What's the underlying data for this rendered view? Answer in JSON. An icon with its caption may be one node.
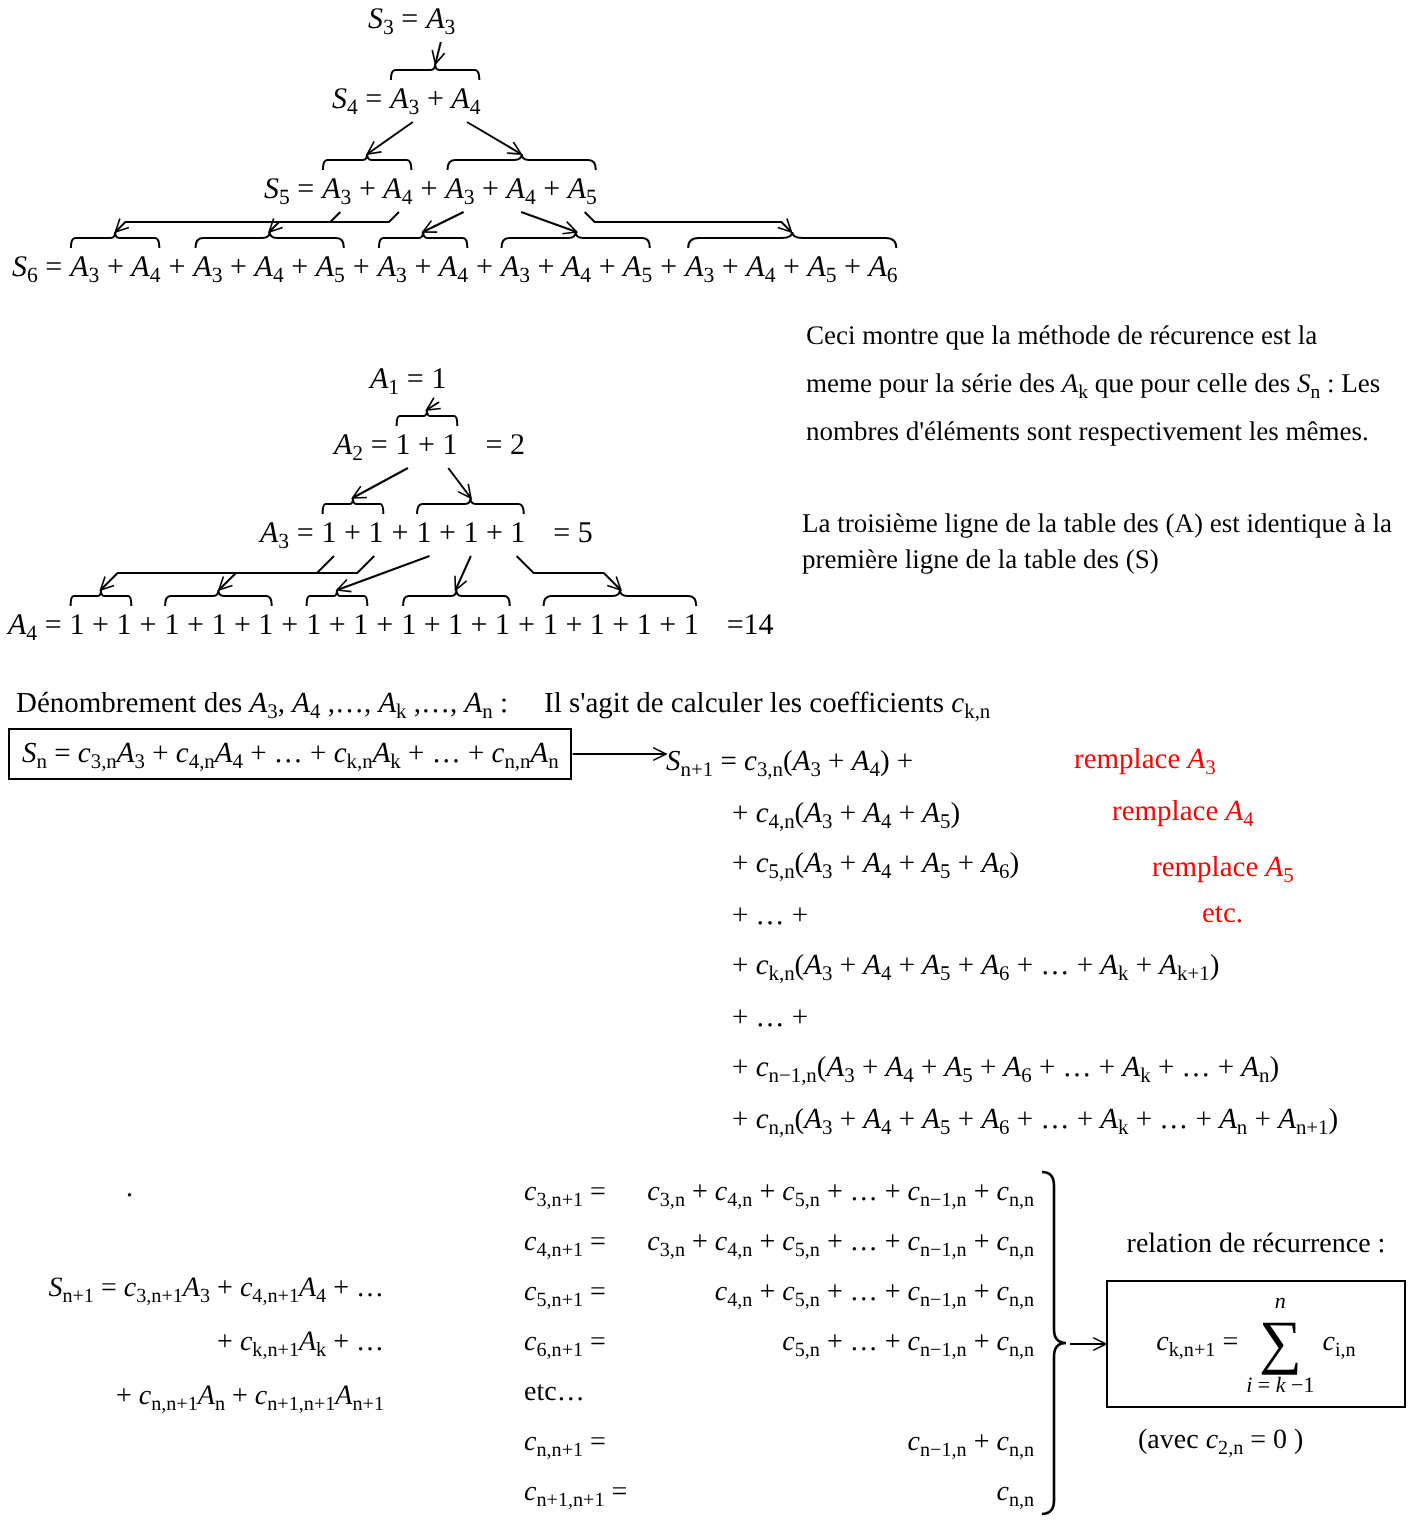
{
  "diagram": {
    "nodes": [
      {
        "text": [
          "*A*$_{3}$"
        ]
      },
      {
        "text": [
          "*A*$_{3}$ + *A*$_{4}$"
        ]
      },
      {
        "text": [
          "*A*$_{3}$ + *A*$_{4}$"
        ]
      },
      {
        "text": [
          "*A*$_{3}$ + *A*$_{4}$ + *A*$_{5}$"
        ]
      },
      {
        "text": [
          "*A*$_{3}$ + *A*$_{4}$"
        ]
      },
      {
        "text": [
          "*A*$_{3}$ + *A*$_{4}$ + *A*$_{5}$"
        ]
      },
      {
        "text": [
          "*A*$_{3}$ + *A*$_{4}$"
        ]
      },
      {
        "text": [
          "*A*$_{3}$ + *A*$_{4}$ + *A*$_{5}$"
        ]
      },
      {
        "text": [
          "*A*$_{3}$ + *A*$_{4}$ + *A*$_{5}$ + *A*$_{6}$"
        ]
      },
      {
        "text": [
          "1"
        ]
      },
      {
        "text": [
          "1 + 1"
        ]
      },
      {
        "text": [
          "1 + 1"
        ]
      },
      {
        "text": [
          "1 + 1 + 1"
        ]
      },
      {
        "text": [
          "1 + 1"
        ]
      },
      {
        "text": [
          "1 + 1 + 1"
        ]
      },
      {
        "text": [
          "1 + 1"
        ]
      },
      {
        "text": [
          "1 + 1 + 1"
        ]
      },
      {
        "text": [
          "1 + 1 + 1 + 1"
        ]
      },
      {
        "text": [
          "*S*$_{n}$ = *c*$_{3,n}$*A*$_{3}$ + *c*$_{4,n}$*A*$_{4}$ + … + *c*$_{k,n}$*A*$_{k}$ + … + *c*$_{n,n}$*A*$_{n}$"
        ]
      },
      {
        "text": [
          "*S*$_{n+1}$ = *c*$_{3,n}$(*A*$_{3}$ + *A*$_{4}$) +",
          "+ *c*$_{4,n}$(*A*$_{3}$ + *A*$_{4}$ + *A*$_{5}$)",
          "+ *c*$_{5,n}$(*A*$_{3}$ + *A*$_{4}$ + *A*$_{5}$ + *A*$_{6}$)",
          "+ … +",
          "+ *c*$_{k,n}$(*A*$_{3}$ + *A*$_{4}$ + *A*$_{5}$ + *A*$_{6}$ + … + *A*$_{k}$ + *A*$_{k+1}$)",
          "+ … +",
          "+ *c*$_{n−1,n}$(*A*$_{3}$ + *A*$_{4}$ + *A*$_{5}$ + *A*$_{6}$ + … + *A*$_{k}$ + … + *A*$_{n}$)",
          "+ *c*$_{n,n}$(*A*$_{3}$ + *A*$_{4}$ + *A*$_{5}$ + *A*$_{6}$ + … + *A*$_{k}$ + … + *A*$_{n}$ + *A*$_{n+1}$)"
        ]
      },
      {
        "text": [
          "*c*$_{3,n+1}$ =",
          "*c*$_{3,n}$ + *c*$_{4,n}$ + *c*$_{5,n}$ + … + *c*$_{n−1,n}$ + *c*$_{n,n}$",
          "*c*$_{4,n+1}$ =",
          "*c*$_{3,n}$ + *c*$_{4,n}$ + *c*$_{5,n}$ + … + *c*$_{n−1,n}$ + *c*$_{n,n}$",
          "*c*$_{5,n+1}$ =",
          "*c*$_{4,n}$ + *c*$_{5,n}$ + … + *c*$_{n−1,n}$ + *c*$_{n,n}$",
          "*c*$_{6,n+1}$ =",
          "*c*$_{5,n}$ + … + *c*$_{n−1,n}$ + *c*$_{n,n}$",
          "etc…",
          "*c*$_{n,n+1}$ =",
          "*c*$_{n−1,n}$ + *c*$_{n,n}$",
          "*c*$_{n+1,n+1}$ =",
          "*c*$_{n,n}$"
        ]
      },
      {
        "text": [
          "relation de récurrence :",
          "*c*$_{k,n+1}$ =",
          "*n*",
          "∑",
          "*i* = *k* −1",
          "*c*$_{i,n}$"
        ]
      }
    ],
    "edges": [
      {
        "from": 0,
        "to": 1,
        "arrow": "to"
      },
      {
        "from": 1,
        "to": 2,
        "arrow": "to"
      },
      {
        "from": 1,
        "to": 3,
        "arrow": "to"
      },
      {
        "from": 2,
        "to": 4,
        "arrow": "to"
      },
      {
        "from": 2,
        "to": 5,
        "arrow": "to"
      },
      {
        "from": 3,
        "to": 6,
        "arrow": "to"
      },
      {
        "from": 3,
        "to": 7,
        "arrow": "to"
      },
      {
        "from": 3,
        "to": 8,
        "arrow": "to"
      },
      {
        "from": 9,
        "to": 10,
        "arrow": "to"
      },
      {
        "from": 10,
        "to": 11,
        "arrow": "to"
      },
      {
        "from": 10,
        "to": 12,
        "arrow": "to"
      },
      {
        "from": 11,
        "to": 13,
        "arrow": "to"
      },
      {
        "from": 11,
        "to": 14,
        "arrow": "to"
      },
      {
        "from": 12,
        "to": 15,
        "arrow": "to"
      },
      {
        "from": 12,
        "to": 16,
        "arrow": "to"
      },
      {
        "from": 12,
        "to": 17,
        "arrow": "to"
      },
      {
        "from": 18,
        "to": 19,
        "arrow": "to"
      },
      {
        "from": 20,
        "to": 21,
        "arrow": "to"
      }
    ],
    "labels": [
      "*S*$_{3}$ =",
      "*S*$_{4}$ =",
      "*S*$_{5}$ =",
      "+",
      "*S*$_{6}$ =",
      "+",
      "+",
      "+",
      "+",
      "Ceci montre que la méthode de récurence est la meme pour la série des *A*$_{k}$ que pour celle des *S*$_{n}$ : Les nombres d'éléments sont respectivement les mêmes.",
      "La troisième ligne de la table des (A) est identique à la première ligne de la table des (S)",
      "*A*$_{1}$ =",
      "*A*$_{2}$ =",
      "= 2",
      "*A*$_{3}$ =",
      "+",
      "= 5",
      "*A*$_{4}$ =",
      "+",
      "+",
      "+",
      "+",
      "=14",
      "Dénombrement des *A*$_{3}$, *A*$_{4}$ ,…, *A*$_{k}$ ,…, *A*$_{n}$ :",
      "Il s'agit de calculer les coefficients *c*$_{k,n}$",
      "remplace *A*$_{3}$",
      "remplace *A*$_{4}$",
      "remplace *A*$_{5}$",
      "etc.",
      ".",
      "*S*$_{n+1}$ = *c*$_{3,n+1}$*A*$_{3}$ + *c*$_{4,n+1}$*A*$_{4}$ + …",
      "+ *c*$_{k,n+1}$*A*$_{k}$ + …",
      "+ *c*$_{n,n+1}$*A*$_{n}$ + *c*$_{n+1,n+1}$*A*$_{n+1}$",
      "(avec *c*$_{2,n}$ = 0 )"
    ]
  }
}
